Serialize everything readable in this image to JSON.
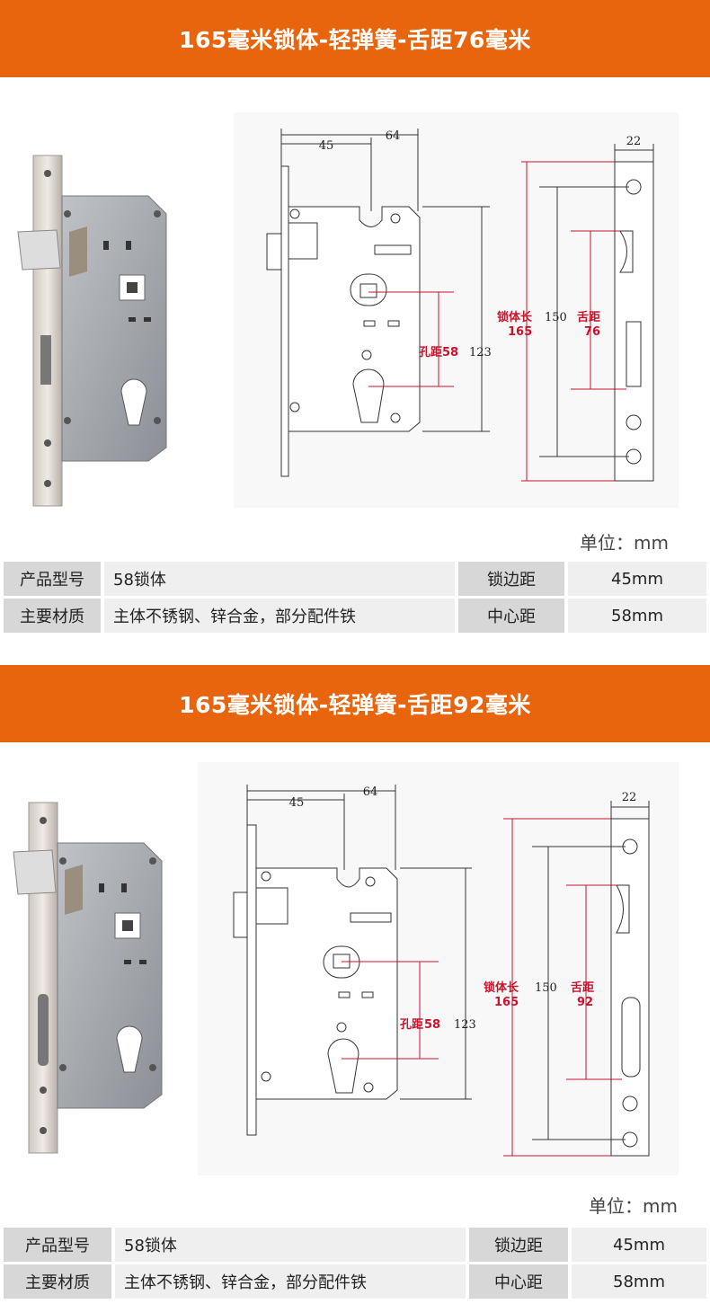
{
  "sections": [
    {
      "title": "165毫米锁体-轻弹簧-舌距76毫米",
      "dims": {
        "left_width": "45",
        "total_width": "64",
        "face_width": "22",
        "pitch_value": "58",
        "body_height": "123",
        "hole_pitch": "150",
        "lock_length": "165",
        "tongue_value": "76"
      },
      "labels": {
        "pitch_label": "孔距",
        "lock_length_label": "锁体长",
        "tongue_label": "舌距"
      },
      "unit": "单位：mm",
      "specs": {
        "model_label": "产品型号",
        "model_value": "58锁体",
        "material_label": "主要材质",
        "material_value": "主体不锈钢、锌合金，部分配件铁",
        "backset_label": "锁边距",
        "backset_value": "45mm",
        "center_label": "中心距",
        "center_value": "58mm"
      }
    },
    {
      "title": "165毫米锁体-轻弹簧-舌距92毫米",
      "dims": {
        "left_width": "45",
        "total_width": "64",
        "face_width": "22",
        "pitch_value": "58",
        "body_height": "123",
        "hole_pitch": "150",
        "lock_length": "165",
        "tongue_value": "92"
      },
      "labels": {
        "pitch_label": "孔距",
        "lock_length_label": "锁体长",
        "tongue_label": "舌距"
      },
      "unit": "单位：mm",
      "specs": {
        "model_label": "产品型号",
        "model_value": "58锁体",
        "material_label": "主要材质",
        "material_value": "主体不锈钢、锌合金，部分配件铁",
        "backset_label": "锁边距",
        "backset_value": "45mm",
        "center_label": "中心距",
        "center_value": "58mm"
      }
    }
  ],
  "colors": {
    "banner": "#e8650e",
    "dimension_red": "#c8142d",
    "label_cell": "#d7d7d7",
    "value_cell": "#efefef"
  },
  "icons": [
    "mortise-lock-photo",
    "lock-body-drawing",
    "faceplate-drawing"
  ]
}
